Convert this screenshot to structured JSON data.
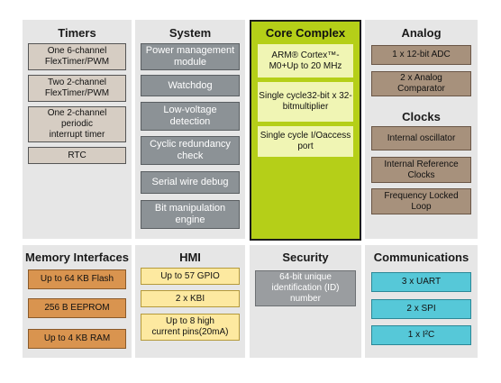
{
  "timers": {
    "title": "Timers",
    "items": [
      "One 6-channel\nFlexTimer/PWM",
      "Two 2-channel\nFlexTimer/PWM",
      "One 2-channel\nperiodic\ninterrupt timer",
      "RTC"
    ]
  },
  "system": {
    "title": "System",
    "items": [
      "Power management\nmodule",
      "Watchdog",
      "Low-voltage\ndetection",
      "Cyclic redundancy\ncheck",
      "Serial wire debug",
      "Bit manipulation\nengine"
    ]
  },
  "core": {
    "title": "Core Complex",
    "items": [
      "ARM® Cortex™-M0+\nUp to 20 MHz",
      "Single cycle\n32-bit x 32-bit\nmultiplier",
      "Single cycle I/O\naccess port"
    ]
  },
  "analog": {
    "title": "Analog",
    "items": [
      "1 x 12-bit ADC",
      "2 x Analog\nComparator"
    ]
  },
  "clocks": {
    "title": "Clocks",
    "items": [
      "Internal oscillator",
      "Internal Reference\nClocks",
      "Frequency Locked\nLoop"
    ]
  },
  "memory": {
    "title": "Memory Interfaces",
    "items": [
      "Up to 64 KB Flash",
      "256 B EEPROM",
      "Up to 4 KB RAM"
    ]
  },
  "hmi": {
    "title": "HMI",
    "items": [
      "Up to 57 GPIO",
      "2 x  KBI",
      "Up to 8 high\ncurrent pins(20mA)"
    ]
  },
  "security": {
    "title": "Security",
    "items": [
      "64-bit unique\nidentification (ID)\nnumber"
    ]
  },
  "communications": {
    "title": "Communications",
    "items": [
      "3 x UART",
      "2 x  SPI",
      "1 x  I²C"
    ]
  }
}
